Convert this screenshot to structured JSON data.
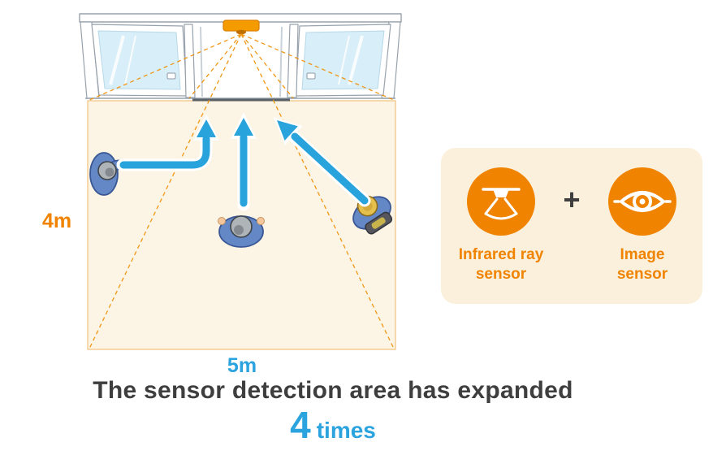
{
  "colors": {
    "orange": "#F08300",
    "blue": "#2BA3DE",
    "panel_bg": "#FAF0DC",
    "area_fill": "#FCF4E4",
    "dark_text": "#3E3E3E"
  },
  "diagram": {
    "depth_label": "4m",
    "width_label": "5m"
  },
  "sensor_panel": {
    "plus": "+",
    "items": [
      {
        "icon": "infrared-ray-sensor-icon",
        "label_line1": "Infrared ray",
        "label_line2": "sensor"
      },
      {
        "icon": "image-sensor-icon",
        "label_line1": "Image",
        "label_line2": "sensor"
      }
    ]
  },
  "caption": {
    "line1": "The sensor detection area has expanded",
    "multiplier": "4",
    "unit": "times"
  }
}
